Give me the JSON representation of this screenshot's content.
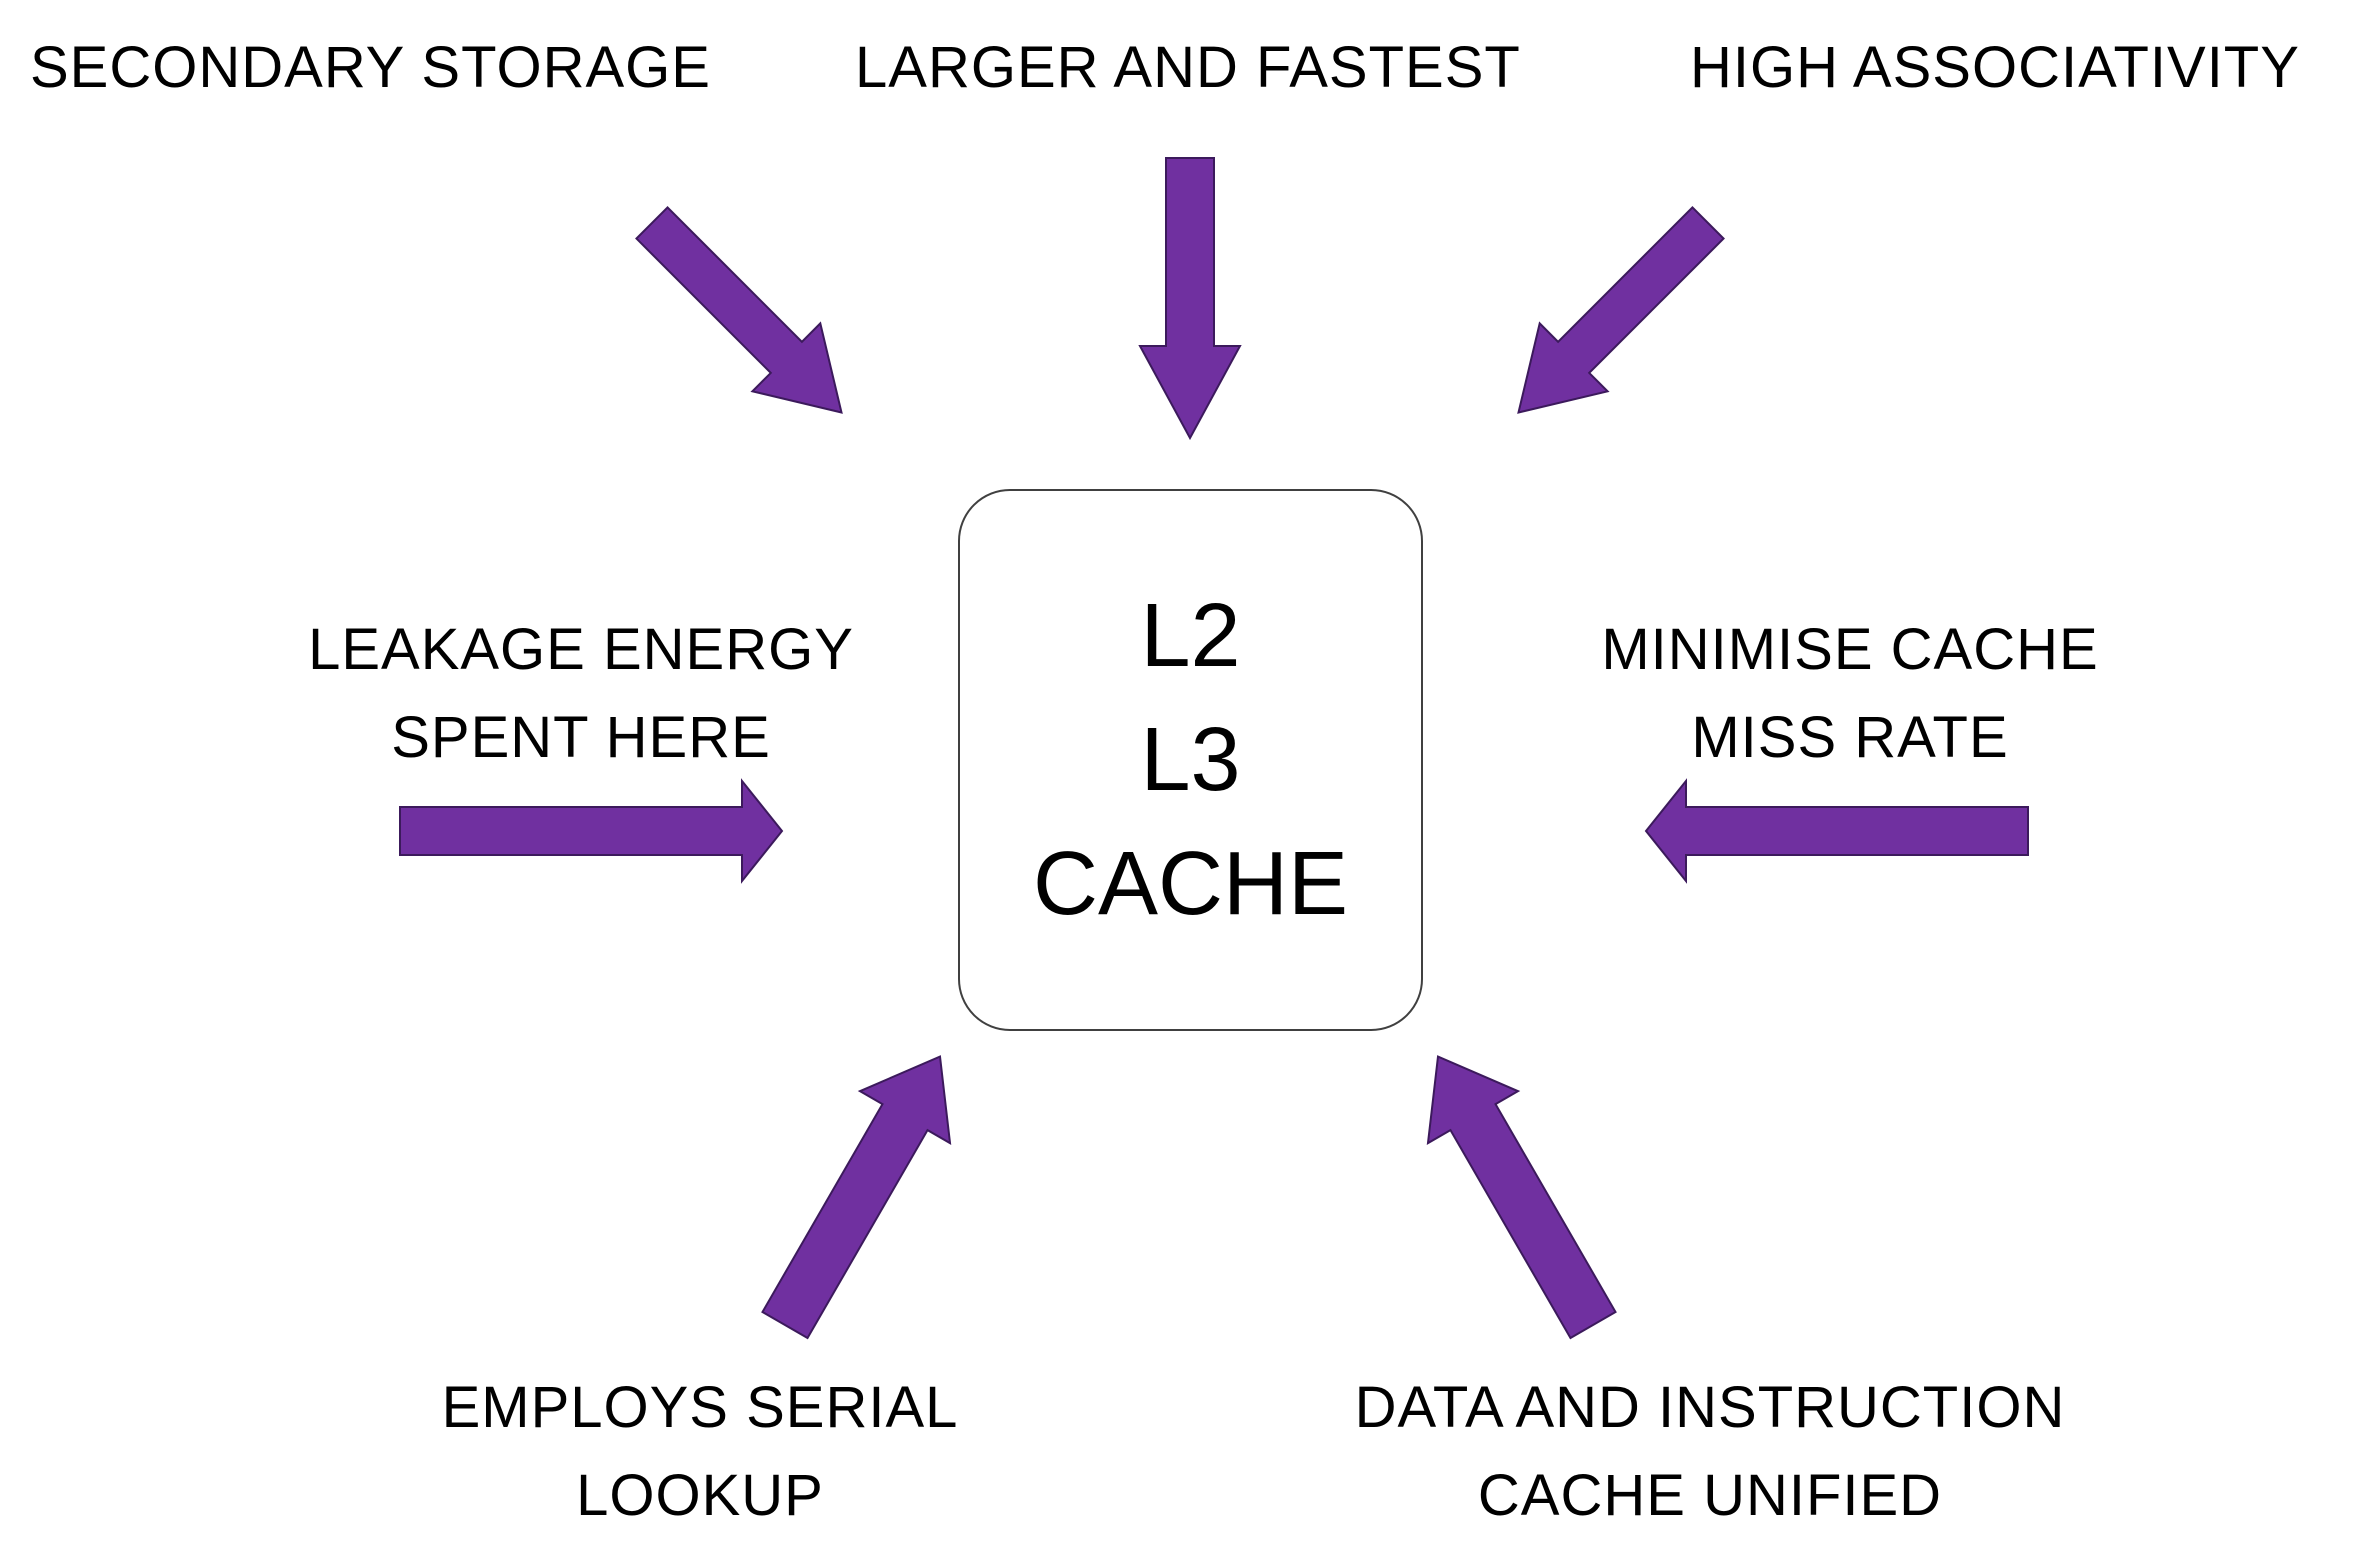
{
  "center": {
    "line1": "L2",
    "line2": "L3",
    "line3": "CACHE"
  },
  "labels": {
    "secondary_storage": "SECONDARY STORAGE",
    "larger_fastest": "LARGER AND FASTEST",
    "high_associativity": "HIGH ASSOCIATIVITY",
    "leakage_energy": {
      "line1": "LEAKAGE ENERGY",
      "line2": "SPENT HERE"
    },
    "minimise_miss": {
      "line1": "MINIMISE CACHE",
      "line2": "MISS RATE"
    },
    "serial_lookup": {
      "line1": "EMPLOYS SERIAL",
      "line2": "LOOKUP"
    },
    "unified_cache": {
      "line1": "DATA AND INSTRUCTION",
      "line2": "CACHE UNIFIED"
    }
  },
  "colors": {
    "arrow_fill": "#7030a0",
    "arrow_stroke": "#3c1a5c",
    "box_border": "#404040",
    "text": "#000000"
  }
}
